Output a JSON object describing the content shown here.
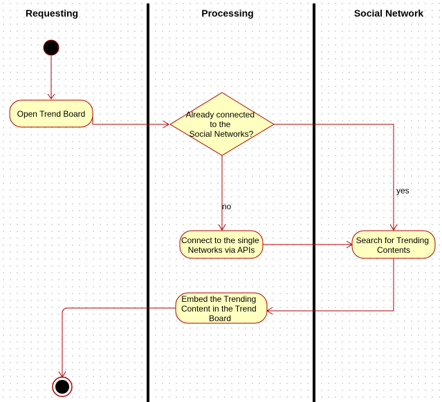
{
  "lanes": [
    {
      "id": "requesting",
      "title": "Requesting"
    },
    {
      "id": "processing",
      "title": "Processing"
    },
    {
      "id": "social",
      "title": "Social Network"
    }
  ],
  "nodes": {
    "open_trend_board": {
      "lines": [
        "Open Trend Board"
      ]
    },
    "already_connected": {
      "lines": [
        "Already connected",
        "to the",
        "Social Networks?"
      ]
    },
    "connect_networks": {
      "lines": [
        "Connect to the single",
        "Networks via APIs"
      ]
    },
    "search_trending": {
      "lines": [
        "Search for Trending",
        "Contents"
      ]
    },
    "embed_trending": {
      "lines": [
        "Embed the Trending",
        "Content in the Trend",
        "Board"
      ]
    }
  },
  "edge_labels": {
    "yes": "yes",
    "no": "no"
  },
  "colors": {
    "node_fill": "#ffffc0",
    "node_stroke": "#b20000",
    "edge": "#b20000",
    "lane_divider": "#000000",
    "start_fill": "#000000"
  }
}
